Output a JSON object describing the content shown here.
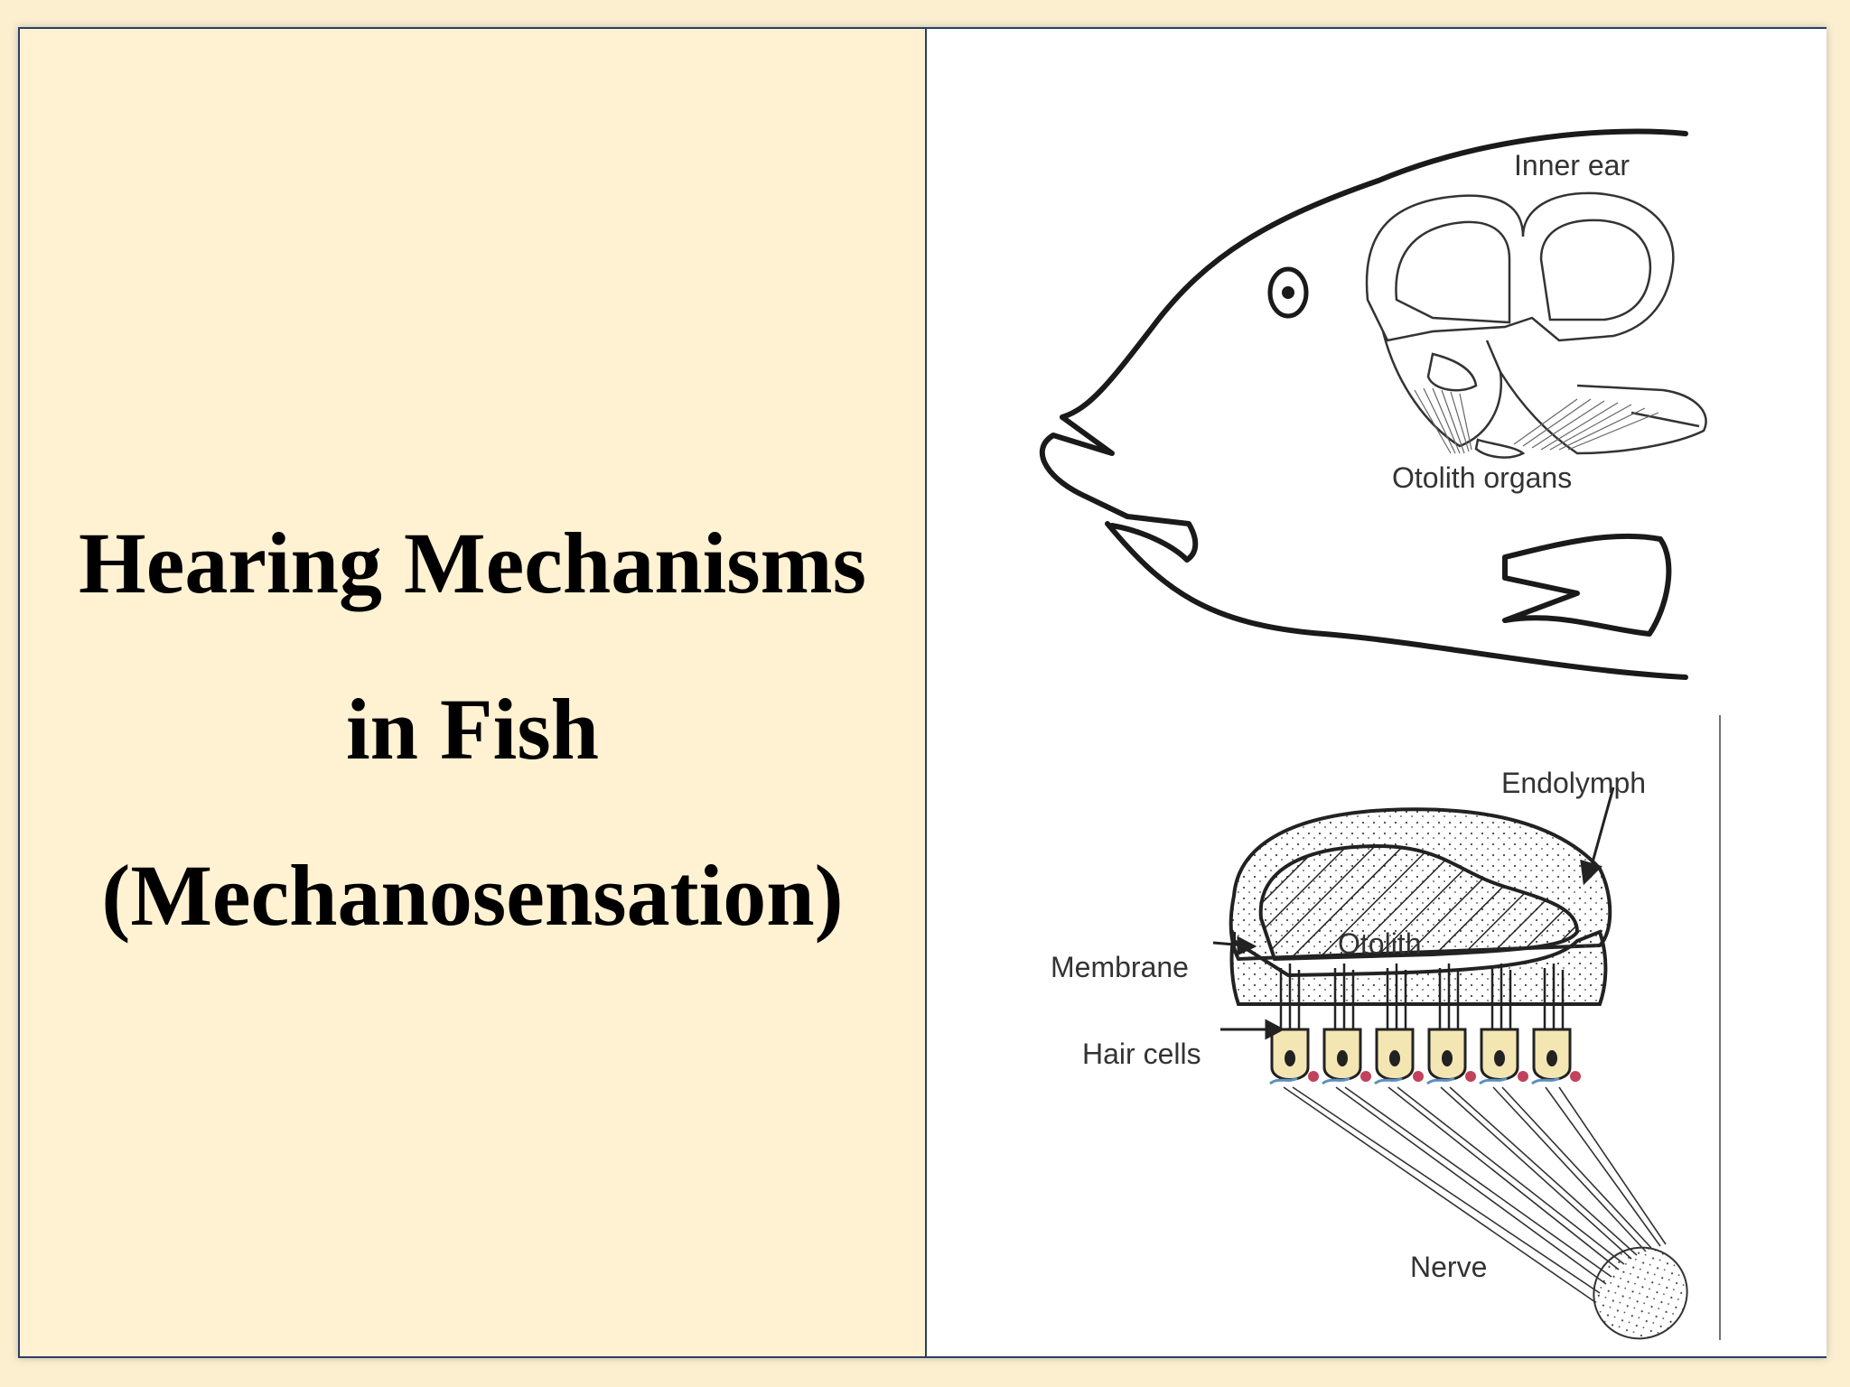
{
  "slide": {
    "title_lines": [
      "Hearing Mechanisms",
      "in Fish",
      "(Mechanosensation)"
    ]
  },
  "diagram": {
    "top_labels": {
      "inner_ear": "Inner ear",
      "otolith_organs": "Otolith organs"
    },
    "bottom_labels": {
      "endolymph": "Endolymph",
      "otolith": "Otolith",
      "membrane": "Membrane",
      "hair_cells": "Hair cells",
      "nerve": "Nerve"
    }
  },
  "colors": {
    "background": "#fbefcf",
    "left_panel": "#fff2d2",
    "border": "#2b3f63",
    "hair_cell_fill": "#f3e6b3",
    "hair_cell_dot_red": "#c2415b",
    "hair_cell_dot_blue": "#5a8fc0"
  }
}
